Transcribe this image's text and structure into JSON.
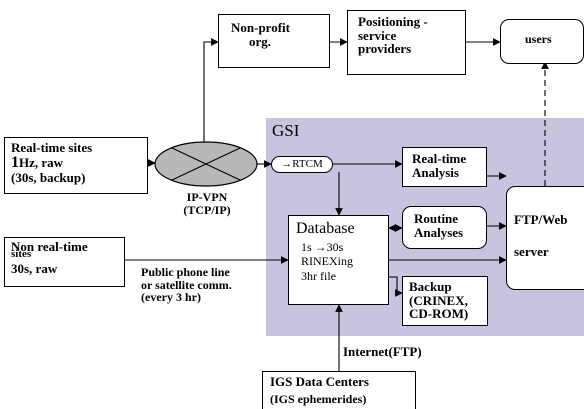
{
  "diagram": {
    "region_label": "GSI",
    "nodes": {
      "non_profit": [
        "Non-profit",
        "org."
      ],
      "positioning": [
        "Positioning -",
        "service",
        "providers"
      ],
      "users": "users",
      "realtime_sites": {
        "title": "Real-time sites",
        "lead": "1",
        "line1_rest": "Hz, raw",
        "line2": "(30s, backup)"
      },
      "ipvpn": [
        "IP-VPN",
        "(TCP/IP)"
      ],
      "rtcm": "→RTCM",
      "realtime_analysis": [
        "Real-time",
        "Analysis"
      ],
      "routine": [
        "Routine",
        "Analyses"
      ],
      "ftp_web": [
        "FTP/Web",
        "server"
      ],
      "nonrealtime_sites": [
        "Non real-time",
        "sites",
        "30s, raw"
      ],
      "public_line": [
        "Public phone line",
        "or satellite comm.",
        "(every 3 hr)"
      ],
      "database": {
        "title": "Database",
        "lines": [
          "1s →30s",
          "RINEXing",
          "3hr file"
        ]
      },
      "backup": [
        "Backup",
        "(CRINEX,",
        "CD-ROM)"
      ],
      "internet": "Internet(FTP)",
      "igs": [
        "IGS Data Centers",
        "(IGS ephemerides)"
      ]
    },
    "colors": {
      "region_fill": "#c9c3df",
      "router_fill": "#b8b8b8",
      "stroke": "#000000",
      "box_fill": "#ffffff"
    }
  }
}
